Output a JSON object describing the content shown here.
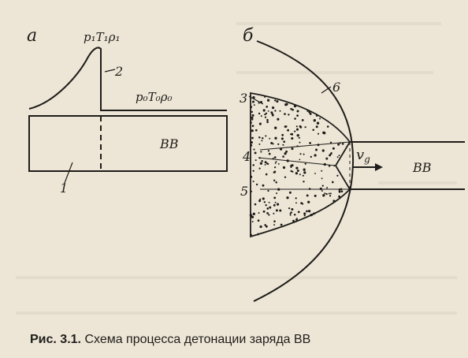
{
  "panel_a": {
    "label": "а",
    "peak_label": "p₁T₁ρ₁",
    "ambient_label": "p₀T₀ρ₀",
    "charge_label": "ВВ",
    "callout_1": "1",
    "callout_2": "2"
  },
  "panel_b": {
    "label": "б",
    "charge_label": "ВВ",
    "velocity_label": "v",
    "velocity_subscript": "g",
    "callout_3": "3",
    "callout_4": "4",
    "callout_5": "5",
    "callout_6": "6"
  },
  "caption": {
    "number": "Рис. 3.1.",
    "text": "Схема процесса детонации заряда ВВ"
  }
}
